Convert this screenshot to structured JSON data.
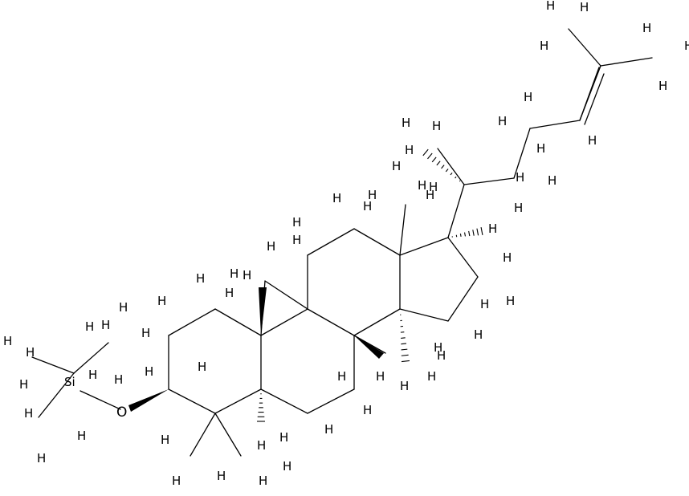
{
  "structure": {
    "atoms": {
      "oxygen": "O",
      "silicon": "Si",
      "hydrogen": "H"
    },
    "colors": {
      "bond": "#000000",
      "background": "#ffffff"
    }
  }
}
